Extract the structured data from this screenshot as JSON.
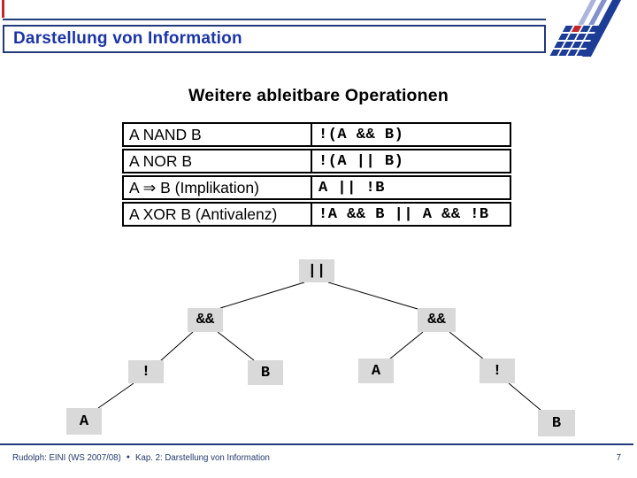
{
  "header": {
    "title": "Darstellung von Information"
  },
  "logo": {
    "description": "university-logo with diagonal stripes and square grid",
    "colors": {
      "navy": "#1d3c95",
      "mid_stripe": "#8391cc",
      "light_stripe": "#aab4dd",
      "red_square": "#c1272d"
    }
  },
  "main": {
    "title": "Weitere ableitbare Operationen",
    "table": {
      "rows": [
        {
          "operation": "A NAND B",
          "expression": "!(A && B)"
        },
        {
          "operation": "A NOR B",
          "expression": "!(A || B)"
        },
        {
          "operation": "A ⇒ B (Implikation)",
          "expression": "A || !B"
        },
        {
          "operation": "A XOR B (Antivalenz)",
          "expression": "!A && B || A && !B"
        }
      ]
    }
  },
  "tree": {
    "description": "expression tree for (!A && B) || (A && !B)",
    "node_fill": "#d9d9d9",
    "nodes": [
      {
        "id": "or-root",
        "label": "||"
      },
      {
        "id": "and-left",
        "label": "&&"
      },
      {
        "id": "and-right",
        "label": "&&"
      },
      {
        "id": "not-left",
        "label": "!"
      },
      {
        "id": "b-mid",
        "label": "B"
      },
      {
        "id": "a-mid",
        "label": "A"
      },
      {
        "id": "not-right",
        "label": "!"
      },
      {
        "id": "a-leaf",
        "label": "A"
      },
      {
        "id": "b-leaf",
        "label": "B"
      }
    ],
    "edges": [
      [
        "or-root",
        "and-left"
      ],
      [
        "or-root",
        "and-right"
      ],
      [
        "and-left",
        "not-left"
      ],
      [
        "and-left",
        "b-mid"
      ],
      [
        "and-right",
        "a-mid"
      ],
      [
        "and-right",
        "not-right"
      ],
      [
        "not-left",
        "a-leaf"
      ],
      [
        "not-right",
        "b-leaf"
      ]
    ]
  },
  "footer": {
    "course": "Rudolph: EINI (WS 2007/08)",
    "separator": "●",
    "chapter": "Kap. 2: Darstellung von Information",
    "page_number": "7"
  },
  "colors": {
    "line_navy": "#22397a",
    "header_blue": "#1c35a6",
    "accent_red": "#c1272d",
    "footer_navy": "#223a6e"
  }
}
